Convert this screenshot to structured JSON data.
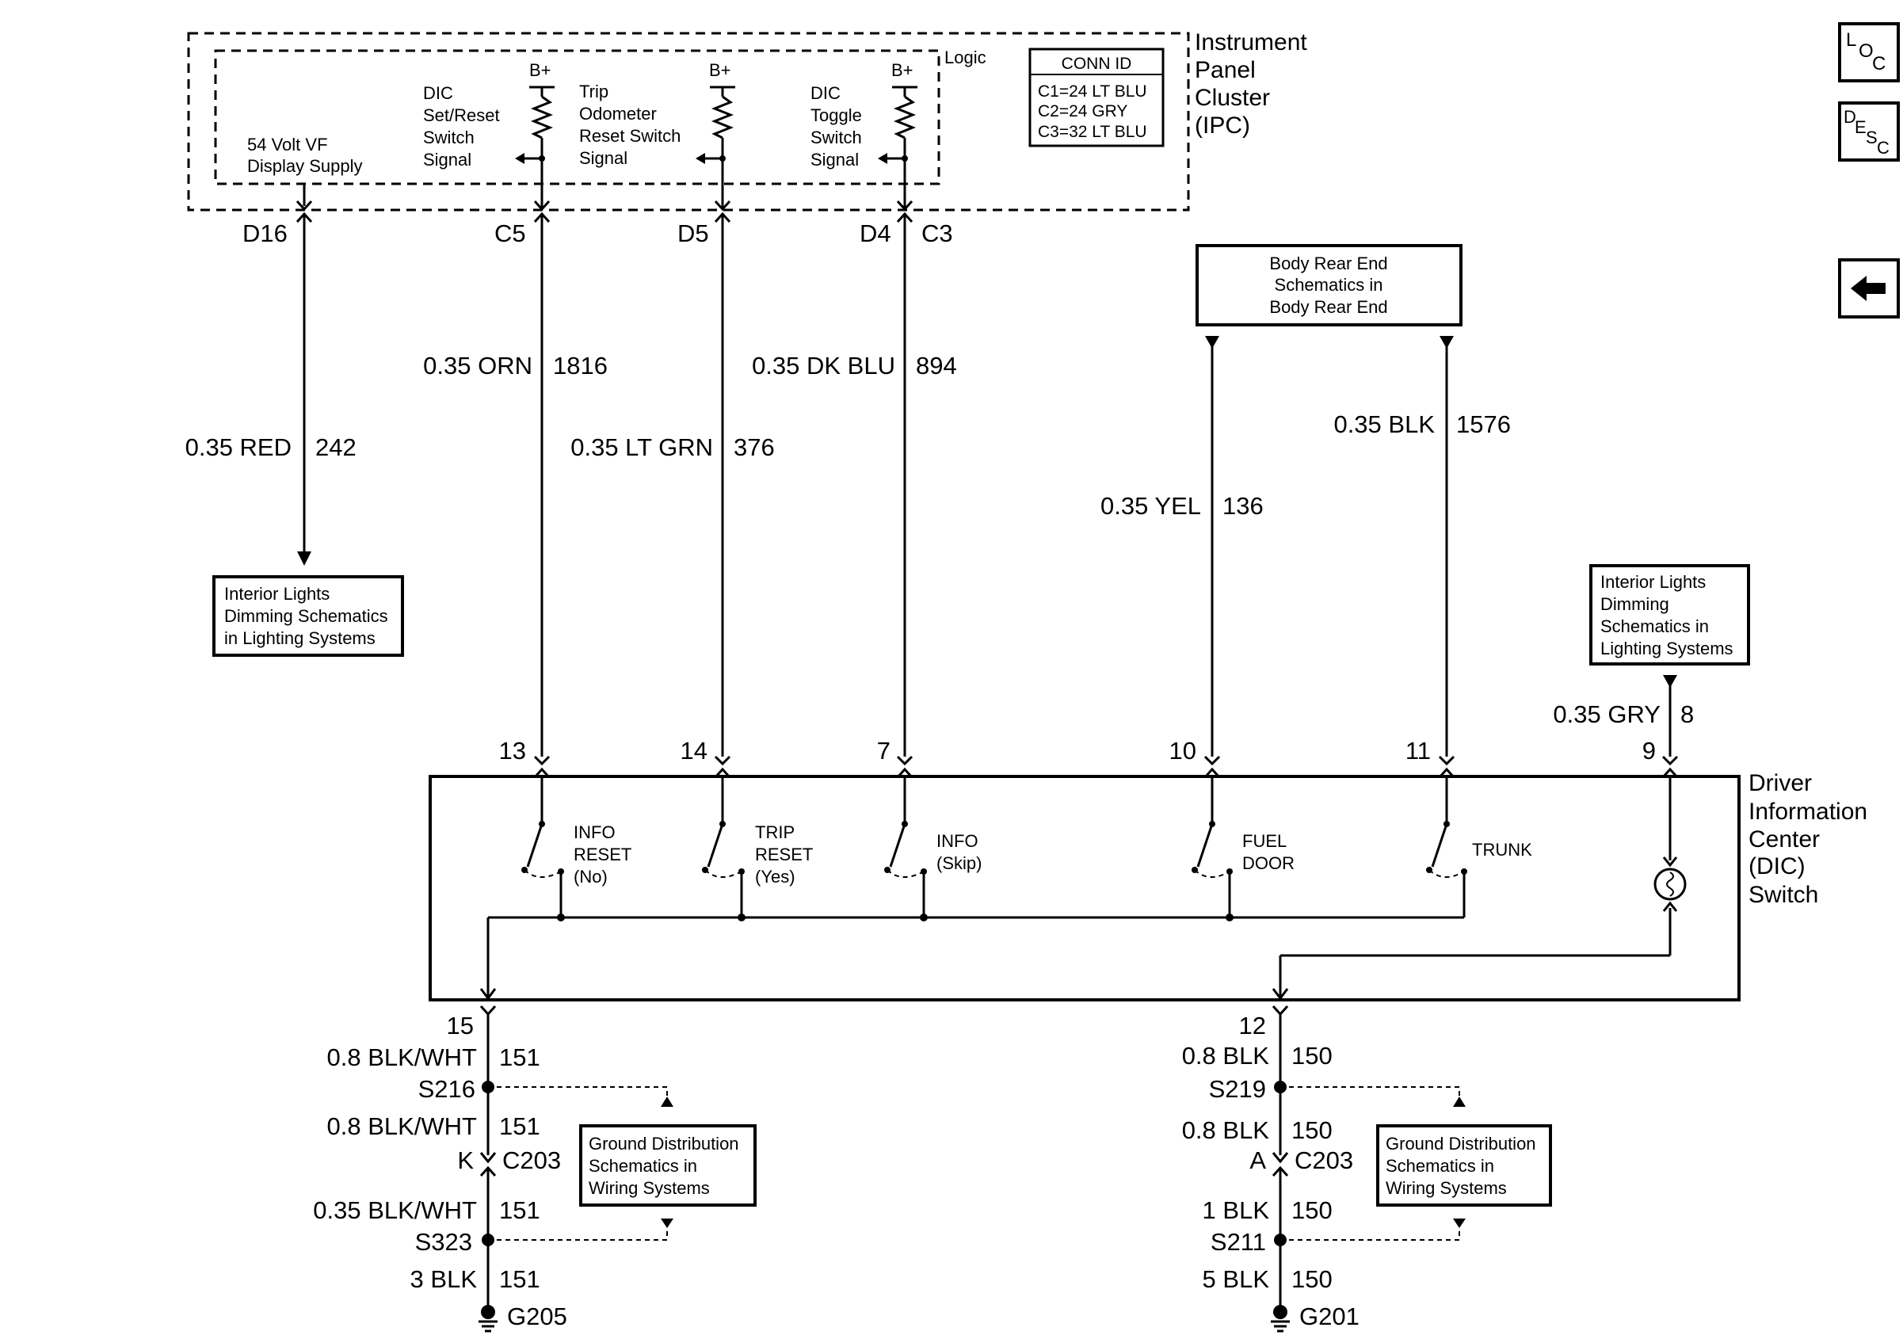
{
  "ipc": {
    "title_lines": [
      "Instrument",
      "Panel",
      "Cluster",
      "(IPC)"
    ],
    "logic_label": "Logic",
    "conn_id": {
      "header": "CONN ID",
      "rows": [
        "C1=24 LT BLU",
        "C2=24 GRY",
        "C3=32 LT BLU"
      ]
    },
    "supply_label": [
      "54 Volt VF",
      "Display Supply"
    ],
    "signal_labels": [
      [
        "DIC",
        "Set/Reset",
        "Switch",
        "Signal"
      ],
      [
        "Trip",
        "Odometer",
        "Reset Switch",
        "Signal"
      ],
      [
        "DIC",
        "Toggle",
        "Switch",
        "Signal"
      ]
    ],
    "bplus": "B+",
    "pins": [
      "D16",
      "C5",
      "D5",
      "D4",
      "C3"
    ]
  },
  "wires": {
    "red": {
      "gauge": "0.35 RED",
      "circuit": "242"
    },
    "orn": {
      "gauge": "0.35 ORN",
      "circuit": "1816"
    },
    "ltgrn": {
      "gauge": "0.35 LT GRN",
      "circuit": "376"
    },
    "dkblu": {
      "gauge": "0.35 DK BLU",
      "circuit": "894"
    },
    "yel": {
      "gauge": "0.35 YEL",
      "circuit": "136"
    },
    "blk": {
      "gauge": "0.35 BLK",
      "circuit": "1576"
    },
    "gry": {
      "gauge": "0.35 GRY",
      "circuit": "8"
    }
  },
  "ref_boxes": {
    "interior_left": [
      "Interior Lights",
      "Dimming Schematics",
      "in Lighting Systems"
    ],
    "body_rear": [
      "Body Rear End",
      "Schematics in",
      "Body Rear End"
    ],
    "interior_right": [
      "Interior Lights",
      "Dimming",
      "Schematics in",
      "Lighting Systems"
    ],
    "ground_left": [
      "Ground Distribution",
      "Schematics in",
      "Wiring Systems"
    ],
    "ground_right": [
      "Ground Distribution",
      "Schematics in",
      "Wiring Systems"
    ]
  },
  "dic": {
    "title_lines": [
      "Driver",
      "Information",
      "Center",
      "(DIC)",
      "Switch"
    ],
    "pins_top": [
      "13",
      "14",
      "7",
      "10",
      "11",
      "9"
    ],
    "pins_bottom": [
      "15",
      "12"
    ],
    "switches": [
      [
        "INFO",
        "RESET",
        "(No)"
      ],
      [
        "TRIP",
        "RESET",
        "(Yes)"
      ],
      [
        "INFO",
        "(Skip)"
      ],
      [
        "FUEL",
        "DOOR"
      ],
      [
        "TRUNK"
      ]
    ]
  },
  "ground_left": {
    "w1": {
      "gauge": "0.8 BLK/WHT",
      "circuit": "151"
    },
    "splice1": "S216",
    "w2": {
      "gauge": "0.8 BLK/WHT",
      "circuit": "151"
    },
    "conn_pin": "K",
    "conn": "C203",
    "w3": {
      "gauge": "0.35 BLK/WHT",
      "circuit": "151"
    },
    "splice2": "S323",
    "w4": {
      "gauge": "3 BLK",
      "circuit": "151"
    },
    "ground": "G205"
  },
  "ground_right": {
    "w1": {
      "gauge": "0.8 BLK",
      "circuit": "150"
    },
    "splice1": "S219",
    "w2": {
      "gauge": "0.8 BLK",
      "circuit": "150"
    },
    "conn_pin": "A",
    "conn": "C203",
    "w3": {
      "gauge": "1 BLK",
      "circuit": "150"
    },
    "splice2": "S211",
    "w4": {
      "gauge": "5 BLK",
      "circuit": "150"
    },
    "ground": "G201"
  },
  "nav": {
    "loc": [
      "L",
      "O",
      "C"
    ],
    "desc": [
      "D",
      "E",
      "S",
      "C"
    ],
    "back_icon": "left-arrow-icon"
  }
}
